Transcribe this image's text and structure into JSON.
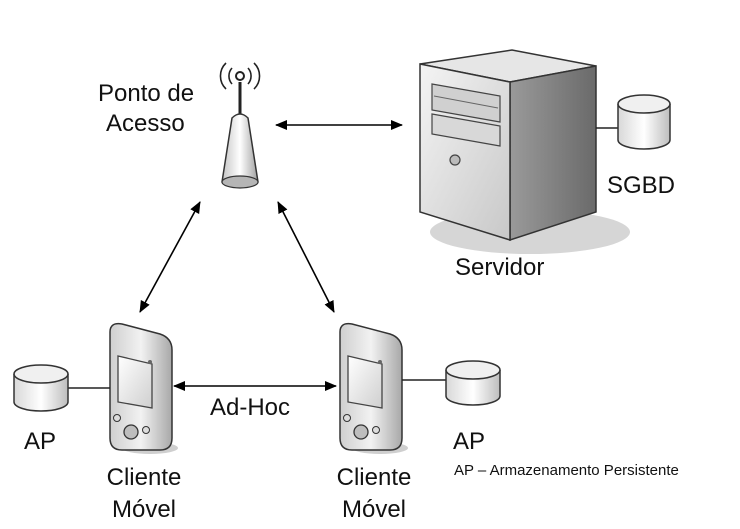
{
  "access_point": {
    "line1": "Ponto de",
    "line2": "Acesso"
  },
  "server": {
    "label": "Servidor"
  },
  "database": {
    "label": "SGBD"
  },
  "link": {
    "label": "Ad-Hoc"
  },
  "client_left": {
    "line1": "Cliente",
    "line2": "Móvel",
    "storage": "AP"
  },
  "client_right": {
    "line1": "Cliente",
    "line2": "Móvel",
    "storage": "AP"
  },
  "legend": {
    "text": "AP – Armazenamento Persistente"
  }
}
